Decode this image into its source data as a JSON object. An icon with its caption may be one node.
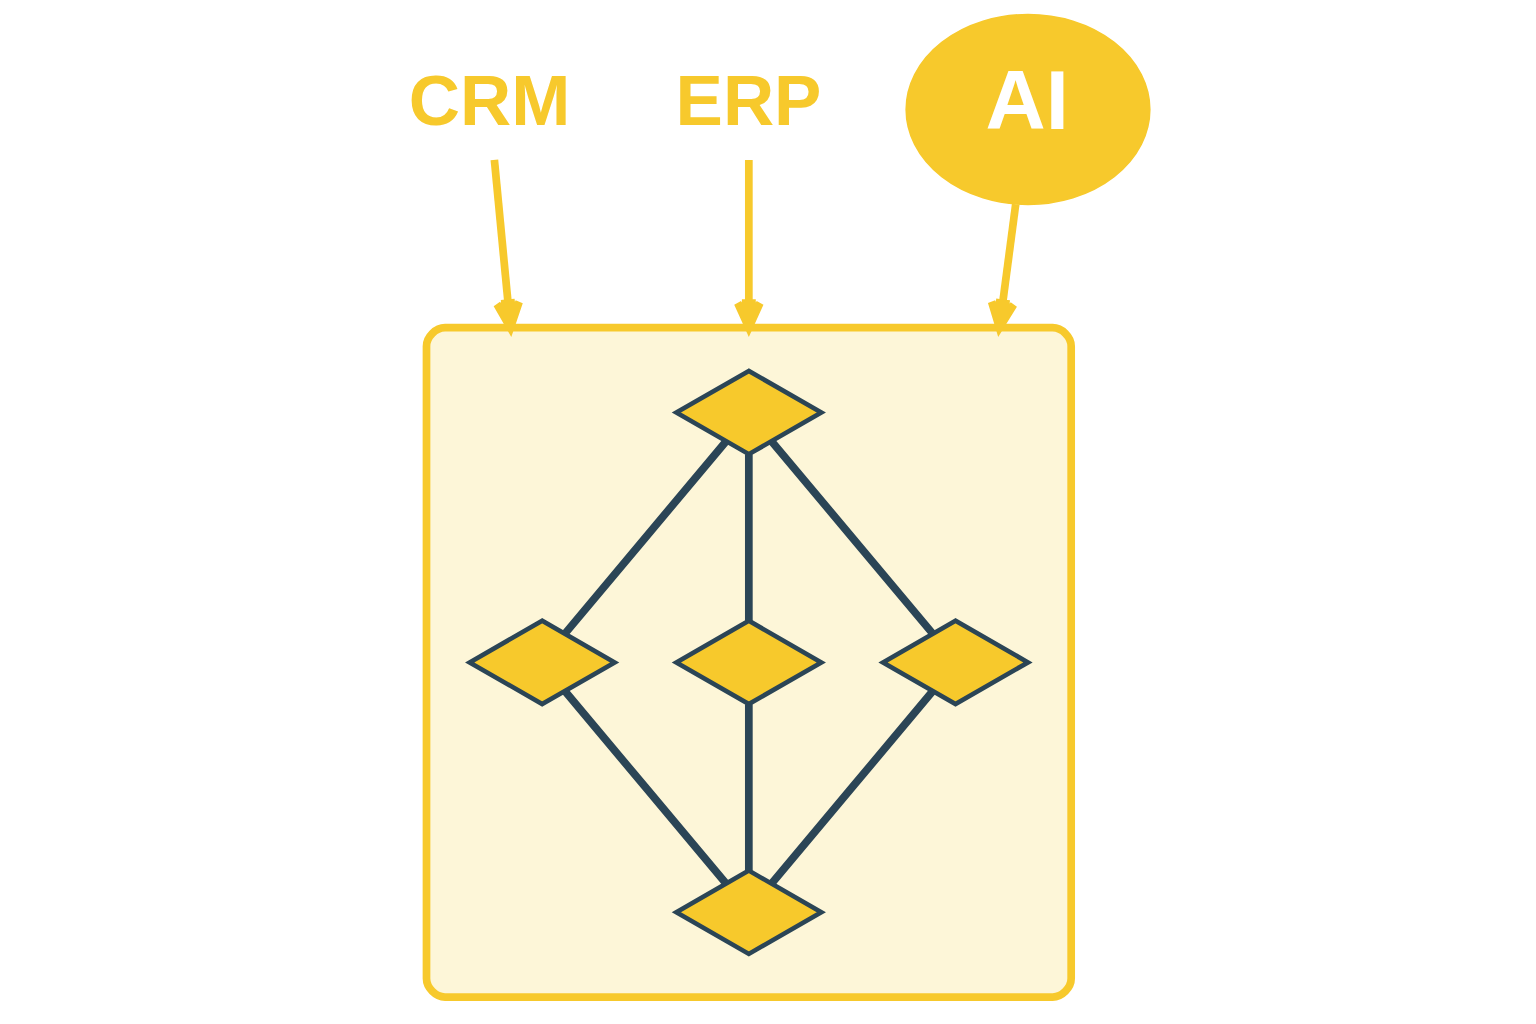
{
  "diagram": {
    "nodes": [
      {
        "text": [
          "CRM"
        ]
      },
      {
        "text": [
          "ERP"
        ]
      },
      {
        "text": [
          "AI"
        ]
      },
      {
        "text": [],
        "shape": "box"
      },
      {
        "text": [],
        "shape": "diamond",
        "in": 3
      },
      {
        "text": [],
        "shape": "diamond",
        "in": 3
      },
      {
        "text": [],
        "shape": "diamond",
        "in": 3
      },
      {
        "text": [],
        "shape": "diamond",
        "in": 3
      },
      {
        "text": [],
        "shape": "diamond",
        "in": 3
      }
    ],
    "edges": [
      {
        "from": 0,
        "to": 3,
        "arrow": "to",
        "color": "#f7c92c"
      },
      {
        "from": 1,
        "to": 3,
        "arrow": "to",
        "color": "#f7c92c"
      },
      {
        "from": 2,
        "to": 3,
        "arrow": "to",
        "color": "#f7c92c"
      },
      {
        "from": 4,
        "to": 5,
        "arrow": "none"
      },
      {
        "from": 4,
        "to": 6,
        "arrow": "none"
      },
      {
        "from": 4,
        "to": 7,
        "arrow": "none"
      },
      {
        "from": 5,
        "to": 8,
        "arrow": "none"
      },
      {
        "from": 6,
        "to": 8,
        "arrow": "none"
      },
      {
        "from": 7,
        "to": 8,
        "arrow": "none"
      }
    ]
  }
}
